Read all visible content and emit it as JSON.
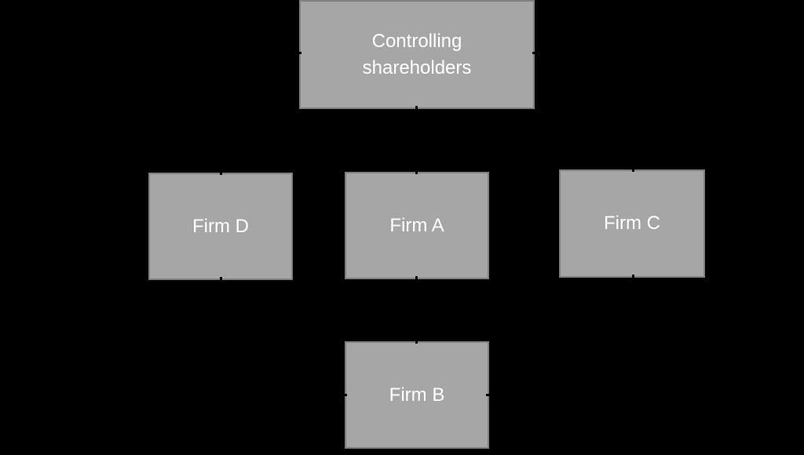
{
  "diagram": {
    "type": "org-ownership-structure",
    "background_color": "#000000",
    "node_fill_color": "#a6a6a6",
    "node_border_color": "#7f7f7f",
    "node_text_color": "#ffffff",
    "connector_color": "#000000",
    "nodes": [
      {
        "id": "controlling-shareholders",
        "label": "Controlling shareholders"
      },
      {
        "id": "firm-d",
        "label": "Firm D"
      },
      {
        "id": "firm-a",
        "label": "Firm A"
      },
      {
        "id": "firm-c",
        "label": "Firm C"
      },
      {
        "id": "firm-b",
        "label": "Firm B"
      }
    ],
    "connector_stubs": [
      {
        "node": "controlling",
        "side": "bottom"
      },
      {
        "node": "controlling",
        "side": "left"
      },
      {
        "node": "controlling",
        "side": "right"
      },
      {
        "node": "firm-d",
        "side": "top"
      },
      {
        "node": "firm-d",
        "side": "bottom"
      },
      {
        "node": "firm-a",
        "side": "top"
      },
      {
        "node": "firm-a",
        "side": "bottom"
      },
      {
        "node": "firm-c",
        "side": "top"
      },
      {
        "node": "firm-c",
        "side": "bottom"
      },
      {
        "node": "firm-b",
        "side": "top"
      },
      {
        "node": "firm-b",
        "side": "left"
      },
      {
        "node": "firm-b",
        "side": "right"
      }
    ]
  }
}
